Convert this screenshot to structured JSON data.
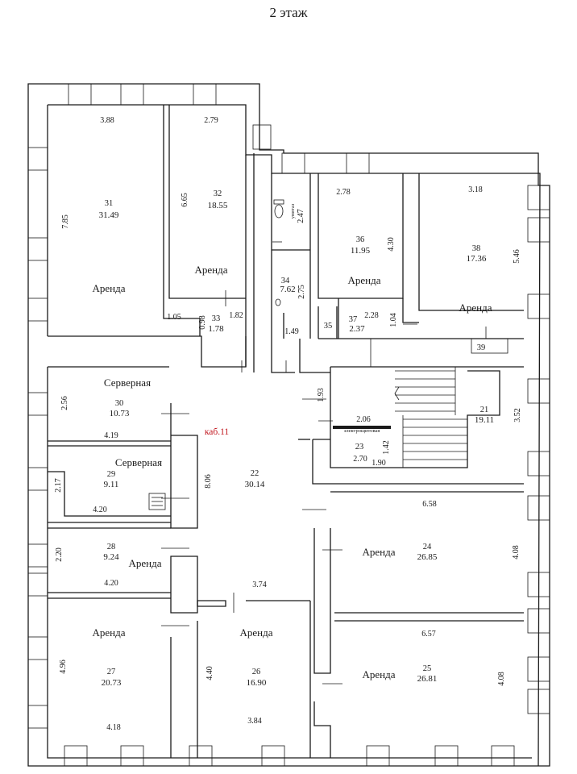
{
  "title": "2 этаж",
  "red_label": "каб.11",
  "rooms": [
    {
      "id": "r31",
      "num": "31",
      "area": "31.49",
      "use": "Аренда"
    },
    {
      "id": "r32",
      "num": "32",
      "area": "18.55",
      "use": "Аренда"
    },
    {
      "id": "r33",
      "num": "33",
      "area": "1.78",
      "use": ""
    },
    {
      "id": "r34",
      "num": "34",
      "area": "7.62",
      "use": ""
    },
    {
      "id": "r35",
      "num": "35",
      "area": "",
      "use": ""
    },
    {
      "id": "r36",
      "num": "36",
      "area": "11.95",
      "use": "Аренда"
    },
    {
      "id": "r37",
      "num": "37",
      "area": "2.37",
      "use": ""
    },
    {
      "id": "r38",
      "num": "38",
      "area": "17.36",
      "use": "Аренда"
    },
    {
      "id": "r39",
      "num": "39",
      "area": "",
      "use": ""
    },
    {
      "id": "r30",
      "num": "30",
      "area": "10.73",
      "use": "Серверная"
    },
    {
      "id": "r29",
      "num": "29",
      "area": "9.11",
      "use": "Серверная"
    },
    {
      "id": "r28",
      "num": "28",
      "area": "9.24",
      "use": "Аренда"
    },
    {
      "id": "r27",
      "num": "27",
      "area": "20.73",
      "use": "Аренда"
    },
    {
      "id": "r22",
      "num": "22",
      "area": "30.14",
      "use": ""
    },
    {
      "id": "r21",
      "num": "21",
      "area": "19.11",
      "use": ""
    },
    {
      "id": "r23",
      "num": "23",
      "area": "",
      "use": ""
    },
    {
      "id": "r24",
      "num": "24",
      "area": "26.85",
      "use": "Аренда"
    },
    {
      "id": "r25",
      "num": "25",
      "area": "26.81",
      "use": "Аренда"
    },
    {
      "id": "r26",
      "num": "26",
      "area": "16.90",
      "use": "Аренда"
    }
  ],
  "dims": {
    "d388": "3.88",
    "d785": "7.85",
    "d279": "2.79",
    "d665": "6.65",
    "d105": "1.05",
    "d098": "0.98",
    "d182": "1.82",
    "d247": "2.47",
    "d275": "2.75",
    "d149": "1.49",
    "d278": "2.78",
    "d430": "4.30",
    "d228": "2.28",
    "d104": "1.04",
    "d318": "3.18",
    "d546": "5.46",
    "d256": "2.56",
    "d419": "4.19",
    "d217": "2.17",
    "d420a": "4.20",
    "d220": "2.20",
    "d420b": "4.20",
    "d496": "4.96",
    "d418": "4.18",
    "d806": "8.06",
    "d193": "1.93",
    "d206": "2.06",
    "d142": "1.42",
    "d270": "2.70",
    "d190": "1.90",
    "d352": "3.52",
    "d658": "6.58",
    "d408a": "4.08",
    "d374": "3.74",
    "d657": "6.57",
    "d408b": "4.08",
    "d440": "4.40",
    "d384": "3.84"
  },
  "notes": {
    "elektro": "электрощитовая",
    "unitaz": "унитаз"
  }
}
